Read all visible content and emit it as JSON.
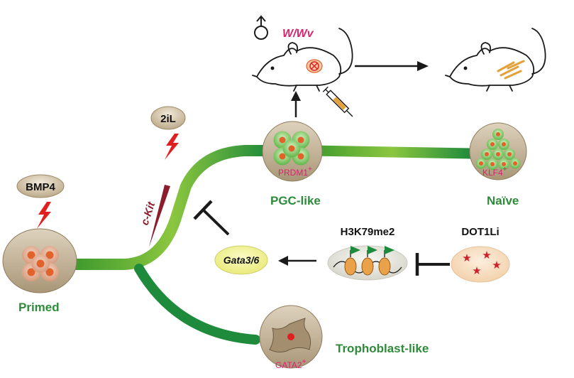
{
  "colors": {
    "green_dark": "#1e8a3c",
    "green_light": "#8cc63f",
    "magenta": "#d6246e",
    "maroon": "#8b1d2c",
    "red_bolt": "#e02020",
    "cell_orange": "#e2622b",
    "tan": "#c9b596"
  },
  "stages": {
    "primed": "Primed",
    "pgc_like": "PGC-like",
    "naive": "Naïve",
    "trophoblast_like": "Trophoblast-like"
  },
  "factors": {
    "bmp4": "BMP4",
    "two_il": "2iL",
    "c_kit": "c-Kit",
    "gata36": "Gata3/6",
    "h3k79me2": "H3K79me2",
    "dot1li": "DOT1Li"
  },
  "markers": {
    "prdm1": "PRDM1",
    "klf4": "KLF4",
    "gata2": "GATA2",
    "plus": "+"
  },
  "mouse": {
    "sex_symbol": "♂",
    "strain": "W/Wv"
  },
  "icons": [
    "lightning-icon",
    "male-symbol-icon",
    "mouse-icon",
    "syringe-icon",
    "nucleosome-icon",
    "inhibitor-icon"
  ]
}
